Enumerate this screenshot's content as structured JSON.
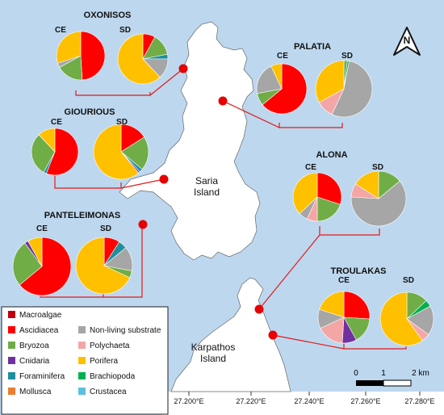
{
  "map": {
    "islands": [
      "Saria\nIsland",
      "Karpathos\nIsland"
    ],
    "north_label": "N",
    "scale": {
      "ticks": [
        "0",
        "1",
        "2 km"
      ]
    },
    "longitude_ticks": [
      "27.200°E",
      "27.220°E",
      "27.240°E",
      "27.260°E",
      "27.280°E"
    ]
  },
  "legend": [
    {
      "label": "Macroalgae",
      "color": "#c0000f"
    },
    {
      "label": "Ascidiacea",
      "color": "#ff0000"
    },
    {
      "label": "Non-living substrate",
      "color": "#a6a6a6"
    },
    {
      "label": "Bryozoa",
      "color": "#70ad47"
    },
    {
      "label": "Polychaeta",
      "color": "#f4a6a6"
    },
    {
      "label": "Cnidaria",
      "color": "#7030a0"
    },
    {
      "label": "Porifera",
      "color": "#ffc000"
    },
    {
      "label": "Foraminifera",
      "color": "#1f8fa0"
    },
    {
      "label": "Brachiopoda",
      "color": "#00b050"
    },
    {
      "label": "Mollusca",
      "color": "#ed7d31"
    },
    {
      "label": "Crustacea",
      "color": "#5bc0de"
    }
  ],
  "chart_data": {
    "type": "pie",
    "sites": [
      {
        "name": "OXONISOS",
        "CE": [
          {
            "group": "Ascidiacea",
            "value": 49
          },
          {
            "group": "Bryozoa",
            "value": 18
          },
          {
            "group": "Non-living substrate",
            "value": 3
          },
          {
            "group": "Porifera",
            "value": 30
          }
        ],
        "SD": [
          {
            "group": "Ascidiacea",
            "value": 8
          },
          {
            "group": "Bryozoa",
            "value": 14
          },
          {
            "group": "Foraminifera",
            "value": 3
          },
          {
            "group": "Non-living substrate",
            "value": 13
          },
          {
            "group": "Porifera",
            "value": 62
          }
        ]
      },
      {
        "name": "PALATIA",
        "CE": [
          {
            "group": "Ascidiacea",
            "value": 64
          },
          {
            "group": "Bryozoa",
            "value": 8
          },
          {
            "group": "Non-living substrate",
            "value": 21
          },
          {
            "group": "Porifera",
            "value": 7
          }
        ],
        "SD": [
          {
            "group": "Bryozoa",
            "value": 2
          },
          {
            "group": "Brachiopoda",
            "value": 1
          },
          {
            "group": "Non-living substrate",
            "value": 54
          },
          {
            "group": "Polychaeta",
            "value": 10
          },
          {
            "group": "Porifera",
            "value": 33
          }
        ]
      },
      {
        "name": "GIOURIOUS",
        "CE": [
          {
            "group": "Ascidiacea",
            "value": 56
          },
          {
            "group": "Foraminifera",
            "value": 2
          },
          {
            "group": "Bryozoa",
            "value": 30
          },
          {
            "group": "Porifera",
            "value": 12
          }
        ],
        "SD": [
          {
            "group": "Ascidiacea",
            "value": 16
          },
          {
            "group": "Bryozoa",
            "value": 20
          },
          {
            "group": "Foraminifera",
            "value": 2
          },
          {
            "group": "Cnidaria",
            "value": 1
          },
          {
            "group": "Porifera",
            "value": 61
          }
        ]
      },
      {
        "name": "ALONA",
        "CE": [
          {
            "group": "Ascidiacea",
            "value": 30
          },
          {
            "group": "Bryozoa",
            "value": 20
          },
          {
            "group": "Polychaeta",
            "value": 7
          },
          {
            "group": "Non-living substrate",
            "value": 6
          },
          {
            "group": "Porifera",
            "value": 37
          }
        ],
        "SD": [
          {
            "group": "Bryozoa",
            "value": 14
          },
          {
            "group": "Non-living substrate",
            "value": 62
          },
          {
            "group": "Polychaeta",
            "value": 8
          },
          {
            "group": "Porifera",
            "value": 16
          }
        ]
      },
      {
        "name": "PANTELEIMONAS",
        "CE": [
          {
            "group": "Ascidiacea",
            "value": 64
          },
          {
            "group": "Bryozoa",
            "value": 26
          },
          {
            "group": "Cnidaria",
            "value": 2
          },
          {
            "group": "Porifera",
            "value": 8
          }
        ],
        "SD": [
          {
            "group": "Ascidiacea",
            "value": 9
          },
          {
            "group": "Foraminifera",
            "value": 5
          },
          {
            "group": "Non-living substrate",
            "value": 14
          },
          {
            "group": "Bryozoa",
            "value": 4
          },
          {
            "group": "Porifera",
            "value": 68
          }
        ]
      },
      {
        "name": "TROULAKAS",
        "CE": [
          {
            "group": "Ascidiacea",
            "value": 26
          },
          {
            "group": "Bryozoa",
            "value": 16
          },
          {
            "group": "Cnidaria",
            "value": 9
          },
          {
            "group": "Polychaeta",
            "value": 17
          },
          {
            "group": "Non-living substrate",
            "value": 12
          },
          {
            "group": "Porifera",
            "value": 20
          }
        ],
        "SD": [
          {
            "group": "Bryozoa",
            "value": 13
          },
          {
            "group": "Brachiopoda",
            "value": 4
          },
          {
            "group": "Non-living substrate",
            "value": 18
          },
          {
            "group": "Polychaeta",
            "value": 5
          },
          {
            "group": "Porifera",
            "value": 60
          }
        ]
      }
    ]
  }
}
